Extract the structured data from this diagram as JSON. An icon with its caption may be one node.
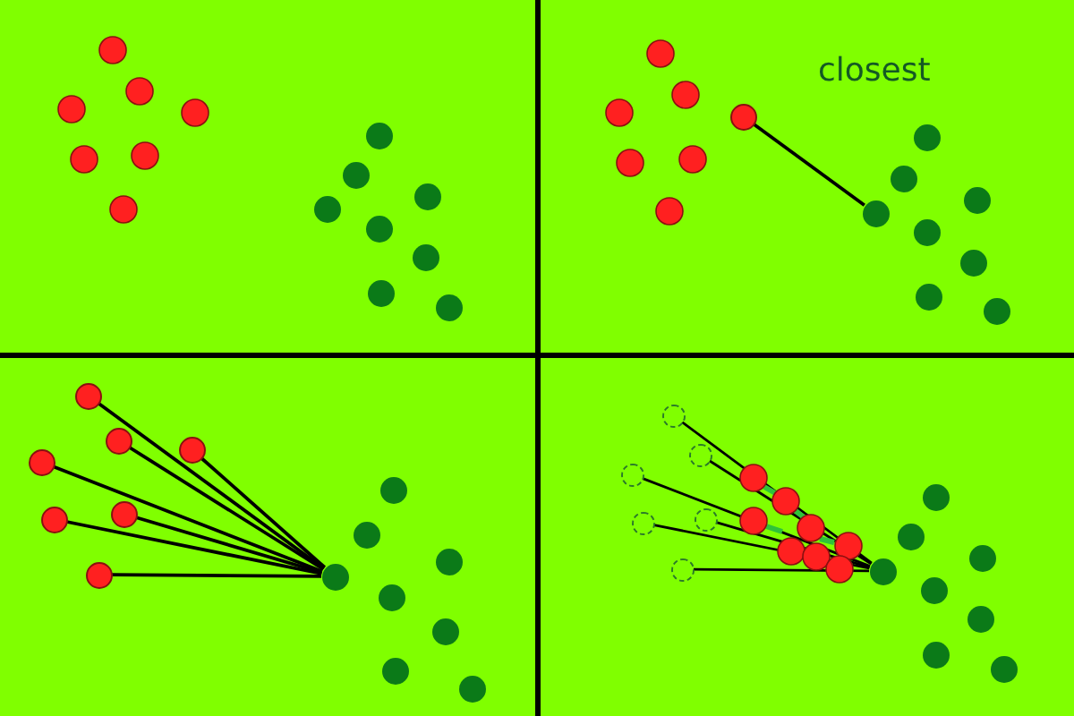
{
  "diagram": {
    "nodes": [
      {
        "text": [],
        "shape": "circle"
      },
      {
        "text": [],
        "shape": "circle"
      },
      {
        "text": [],
        "shape": "circle"
      },
      {
        "text": [],
        "shape": "circle"
      },
      {
        "text": [],
        "shape": "circle"
      },
      {
        "text": [],
        "shape": "circle"
      },
      {
        "text": [],
        "shape": "circle"
      },
      {
        "text": [],
        "shape": "circle"
      },
      {
        "text": [],
        "shape": "circle"
      },
      {
        "text": [],
        "shape": "circle"
      },
      {
        "text": [],
        "shape": "circle"
      },
      {
        "text": [],
        "shape": "circle"
      },
      {
        "text": [],
        "shape": "circle"
      },
      {
        "text": [],
        "shape": "circle"
      },
      {
        "text": [],
        "shape": "circle"
      },
      {
        "text": [],
        "shape": "circle"
      },
      {
        "text": [],
        "shape": "circle"
      }
    ],
    "edges": [
      {
        "from": 0,
        "to": 1,
        "arrow": "none"
      },
      {
        "from": 2,
        "to": 9,
        "arrow": "none"
      },
      {
        "from": 3,
        "to": 9,
        "arrow": "none"
      },
      {
        "from": 4,
        "to": 9,
        "arrow": "none"
      },
      {
        "from": 5,
        "to": 9,
        "arrow": "none"
      },
      {
        "from": 6,
        "to": 9,
        "arrow": "none"
      },
      {
        "from": 7,
        "to": 9,
        "arrow": "none"
      },
      {
        "from": 8,
        "to": 9,
        "arrow": "none"
      },
      {
        "from": 10,
        "to": 16,
        "arrow": "none"
      },
      {
        "from": 11,
        "to": 16,
        "arrow": "none"
      },
      {
        "from": 12,
        "to": 16,
        "arrow": "none"
      },
      {
        "from": 13,
        "to": 16,
        "arrow": "none"
      },
      {
        "from": 14,
        "to": 16,
        "arrow": "none"
      },
      {
        "from": 15,
        "to": 16,
        "arrow": "none"
      }
    ],
    "labels": [
      "closest"
    ]
  }
}
